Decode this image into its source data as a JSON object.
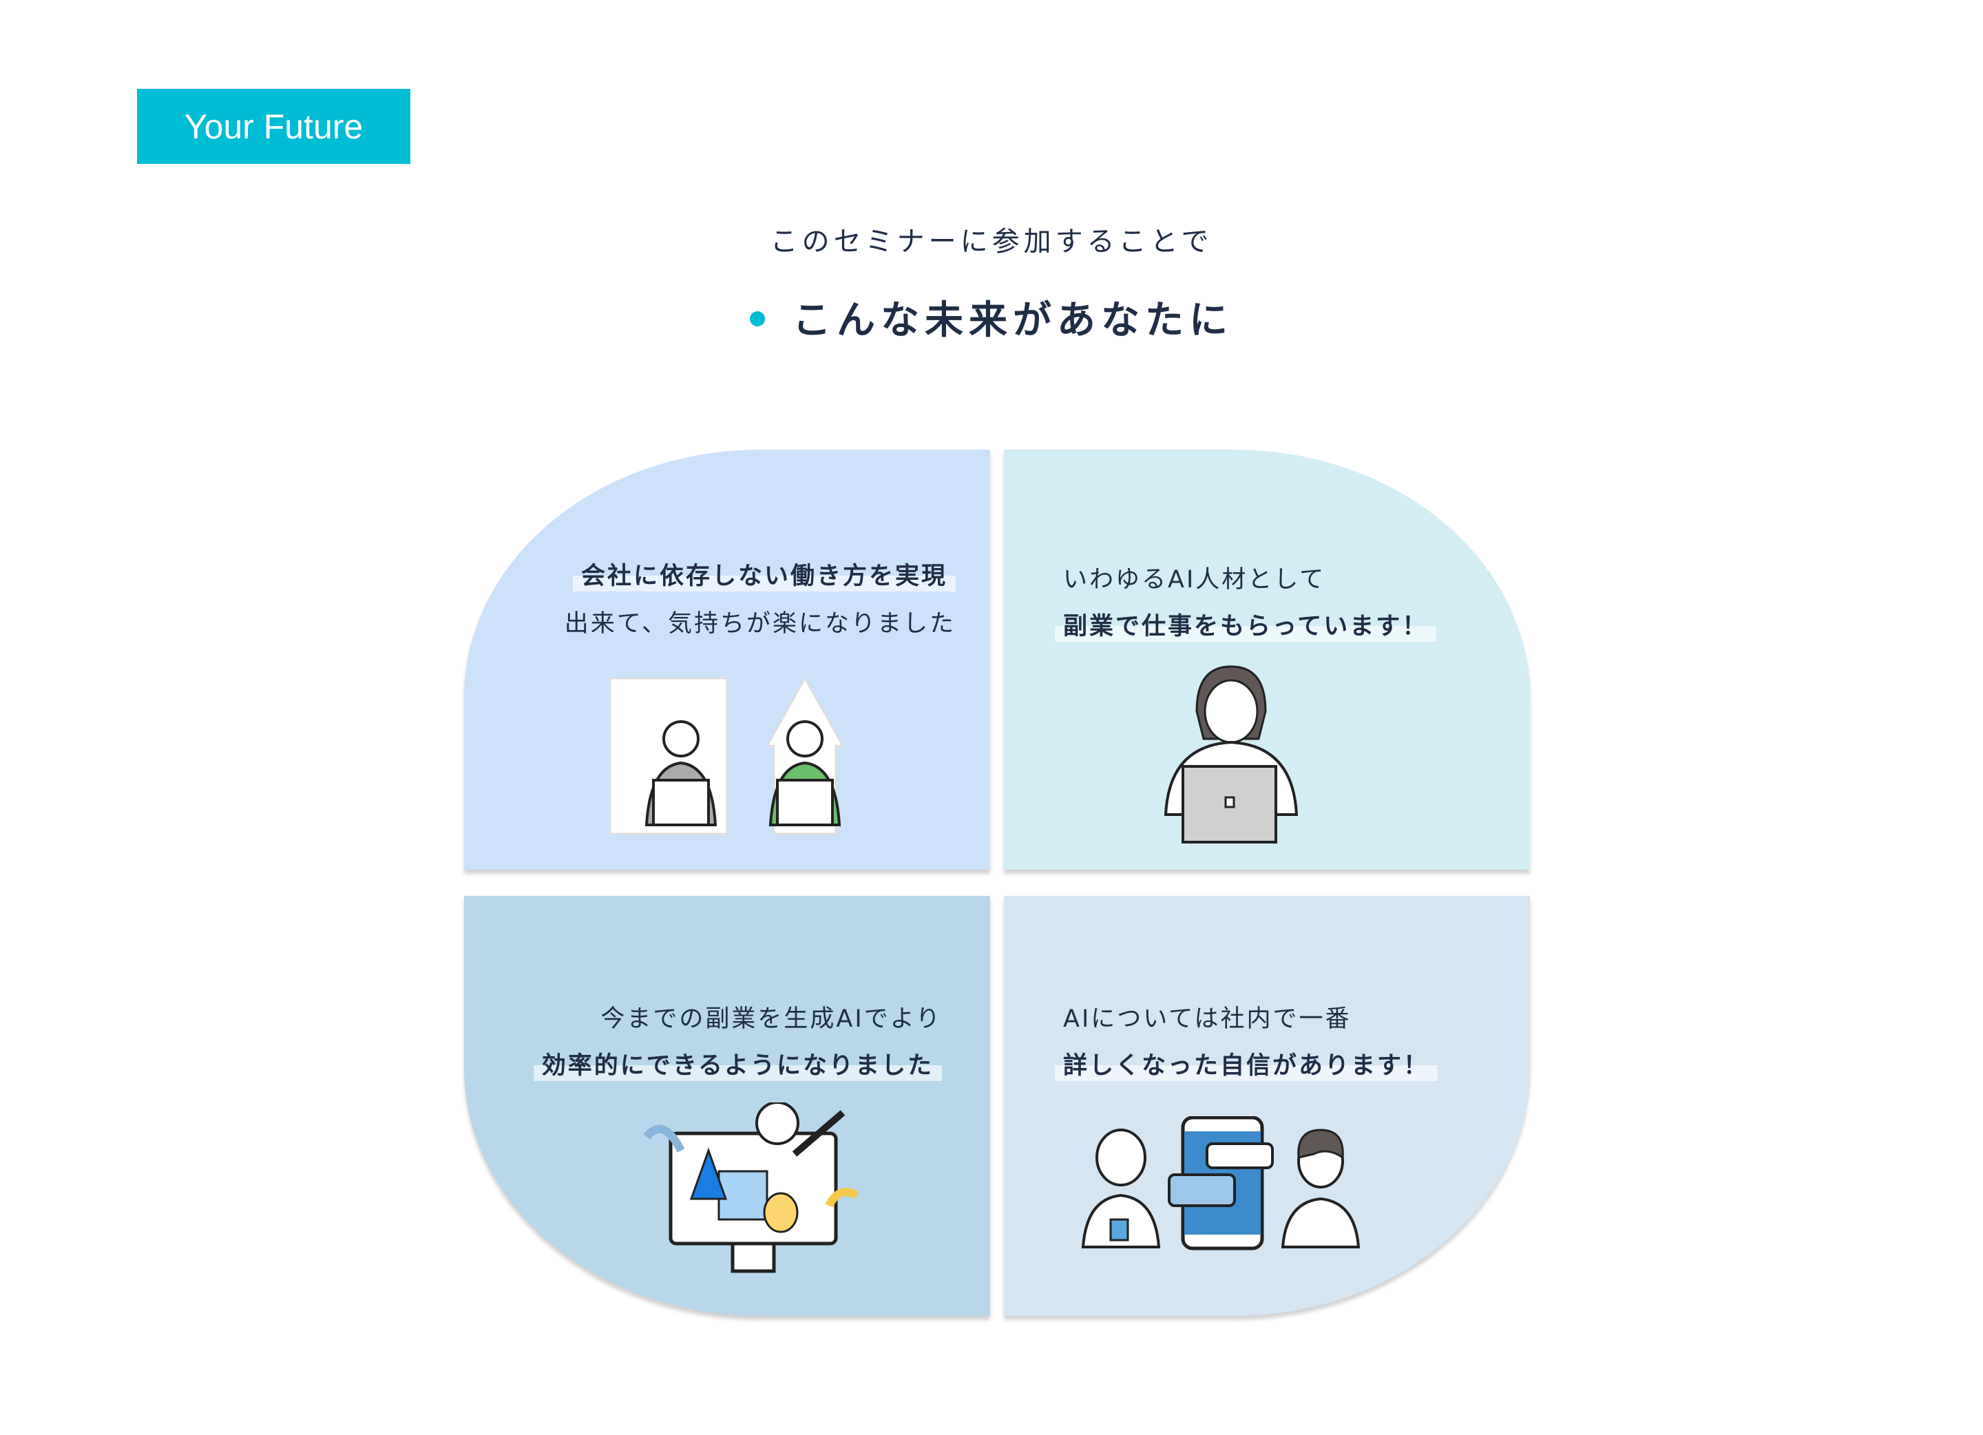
{
  "badge": "Your Future",
  "subtitle": "このセミナーに参加することで",
  "heading": "こんな未来があなたに",
  "colors": {
    "accent": "#00bcd4",
    "text": "#1f2d45"
  },
  "cards": [
    {
      "line1": "会社に依存しない働き方を実現",
      "line2": "出来て、気持ちが楽になりました",
      "icon": "office-to-home-illustration"
    },
    {
      "line1": "いわゆるAI人材として",
      "line2": "副業で仕事をもらっています！",
      "icon": "person-laptop-illustration"
    },
    {
      "line1": "今までの副業を生成AIでより",
      "line2": "効率的にできるようになりました",
      "icon": "design-monitor-illustration"
    },
    {
      "line1": "AIについては社内で一番",
      "line2": "詳しくなった自信があります！",
      "icon": "robot-chat-illustration"
    }
  ]
}
